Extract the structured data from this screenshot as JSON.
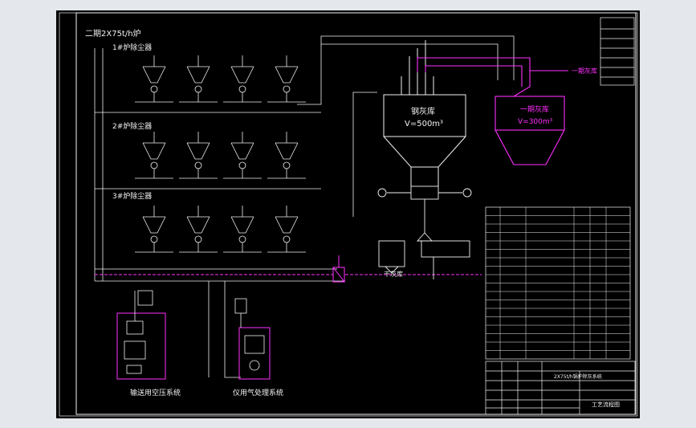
{
  "colors": {
    "background": "#e4e7ec",
    "sheet": "#000000",
    "line": "#f2f2f2",
    "accent": "#ff2fff"
  },
  "header": {
    "title": "二期2X75t/h炉"
  },
  "groups": [
    {
      "label": "1#炉除尘器"
    },
    {
      "label": "2#炉除尘器"
    },
    {
      "label": "3#炉除尘器"
    }
  ],
  "silos": {
    "main_name": "钢灰库",
    "main_volume": "V=500m³",
    "remote_name": "一期灰库",
    "remote_volume": "V=300m³",
    "remote_arrow": "一期灰库"
  },
  "systems": {
    "left_caption": "输送用空压系统",
    "right_caption": "仪用气处理系统",
    "dryer_label": "干灰库"
  },
  "title_block": {
    "project": "2X75t/h锅炉除灰系统",
    "drawing": "工艺流程图"
  }
}
